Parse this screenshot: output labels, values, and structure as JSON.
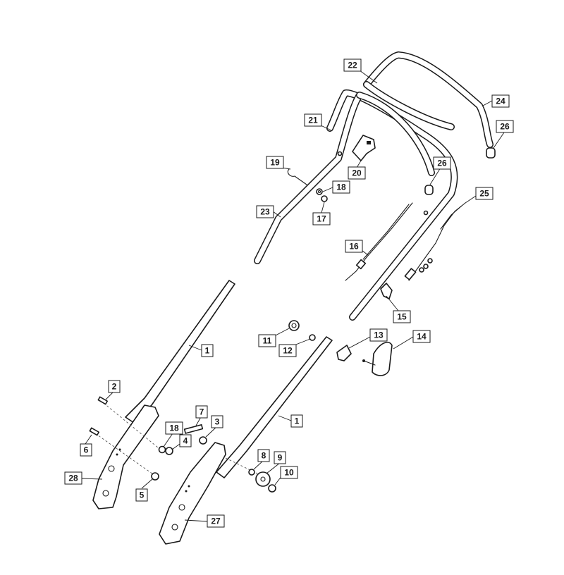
{
  "callouts": [
    {
      "id": "c22",
      "text": "22"
    },
    {
      "id": "c24",
      "text": "24"
    },
    {
      "id": "c26a",
      "text": "26"
    },
    {
      "id": "c21",
      "text": "21"
    },
    {
      "id": "c26b",
      "text": "26"
    },
    {
      "id": "c19",
      "text": "19"
    },
    {
      "id": "c18a",
      "text": "18"
    },
    {
      "id": "c20",
      "text": "20"
    },
    {
      "id": "c25",
      "text": "25"
    },
    {
      "id": "c23",
      "text": "23"
    },
    {
      "id": "c17",
      "text": "17"
    },
    {
      "id": "c16",
      "text": "16"
    },
    {
      "id": "c15",
      "text": "15"
    },
    {
      "id": "c11",
      "text": "11"
    },
    {
      "id": "c13",
      "text": "13"
    },
    {
      "id": "c14",
      "text": "14"
    },
    {
      "id": "c12",
      "text": "12"
    },
    {
      "id": "c1a",
      "text": "1"
    },
    {
      "id": "c2",
      "text": "2"
    },
    {
      "id": "c7",
      "text": "7"
    },
    {
      "id": "c3",
      "text": "3"
    },
    {
      "id": "c1b",
      "text": "1"
    },
    {
      "id": "c18b",
      "text": "18"
    },
    {
      "id": "c4",
      "text": "4"
    },
    {
      "id": "c6",
      "text": "6"
    },
    {
      "id": "c8",
      "text": "8"
    },
    {
      "id": "c9",
      "text": "9"
    },
    {
      "id": "c28",
      "text": "28"
    },
    {
      "id": "c10",
      "text": "10"
    },
    {
      "id": "c5",
      "text": "5"
    },
    {
      "id": "c27",
      "text": "27"
    }
  ]
}
